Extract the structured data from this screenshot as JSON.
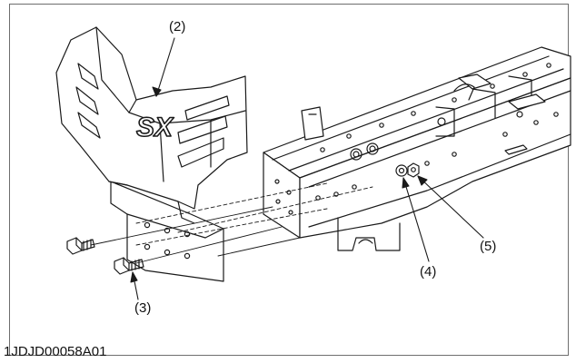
{
  "figure": {
    "code": "1JDJD00058A01",
    "callouts": [
      {
        "id": "guard",
        "label": "(2)"
      },
      {
        "id": "bolt",
        "label": "(3)"
      },
      {
        "id": "washer",
        "label": "(4)"
      },
      {
        "id": "nut",
        "label": "(5)"
      }
    ],
    "emblem_text": "SX"
  },
  "colors": {
    "line": "#1a1a1a",
    "background": "#ffffff",
    "frame": "#6e6e6e"
  }
}
